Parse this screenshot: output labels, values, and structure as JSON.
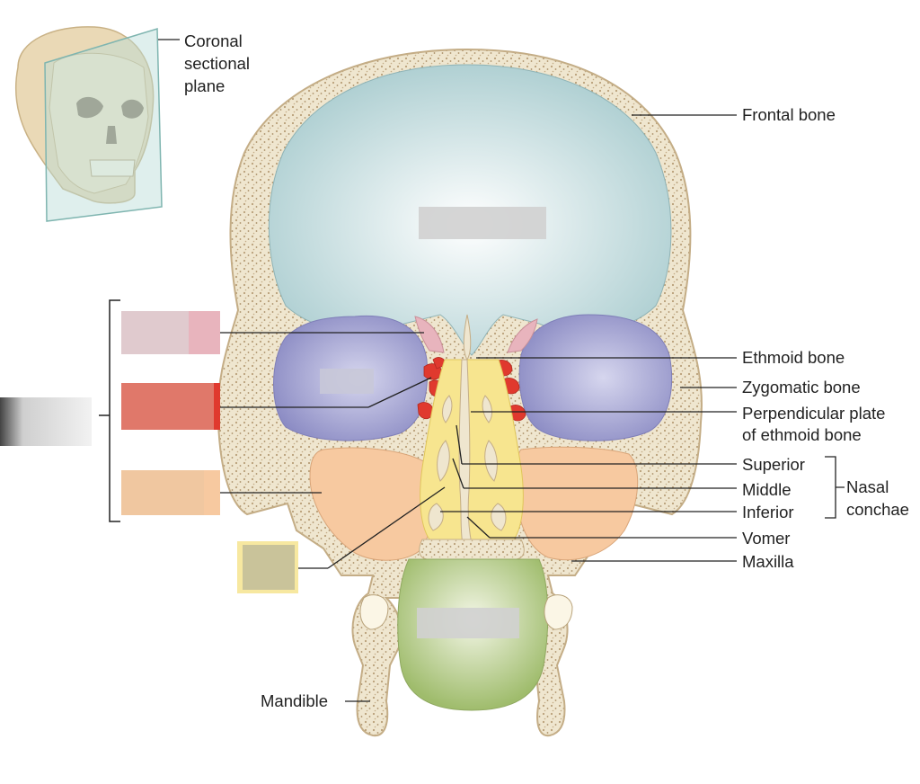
{
  "inset": {
    "label_line1": "Coronal",
    "label_line2": "sectional",
    "label_line3": "plane"
  },
  "labels": {
    "frontal_bone": "Frontal bone",
    "ethmoid_bone": "Ethmoid bone",
    "zygomatic_bone": "Zygomatic bone",
    "perpendicular_plate_line1": "Perpendicular plate",
    "perpendicular_plate_line2": "of ethmoid bone",
    "superior": "Superior",
    "middle": "Middle",
    "inferior": "Inferior",
    "nasal_conchae_line1": "Nasal",
    "nasal_conchae_line2": "conchae",
    "vomer": "Vomer",
    "maxilla": "Maxilla",
    "mandible": "Mandible"
  },
  "colors": {
    "bone": "#efe6cf",
    "bone_texture": "#b89f78",
    "cranial_cavity": "#b9d6d8",
    "orbit": "#9c9ccd",
    "maxillary_sinus": "#f7c9a0",
    "frontal_sinus": "#e8b4bd",
    "ethmoid_air_cells": "#e0392e",
    "nasal_cavity": "#f7e58f",
    "oral_cavity": "#a8c27a",
    "hidden_label_box": "#d0d0d0"
  }
}
